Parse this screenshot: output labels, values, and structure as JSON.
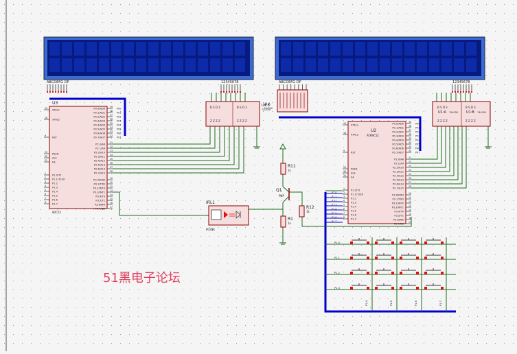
{
  "colors": {
    "background": "#f5f5f5",
    "grid_dot": "#a0a0a0",
    "wire": "#1d6b1d",
    "bus": "#0000cc",
    "chip_fill": "#f7dede",
    "chip_border": "#8b0000",
    "lcd_body": "#3a6bd4",
    "lcd_screen": "#071a80",
    "lcd_cell": "#0d2aa8",
    "text_dark": "#222222",
    "watermark": "#e04060",
    "pin_red": "#e01010"
  },
  "lcd1": {
    "icon": "lcd-display-icon",
    "label_left": "ABCDEFG DP",
    "label_right": "12345678"
  },
  "lcd2": {
    "icon": "lcd-display-icon",
    "label_left": "ABCDEFG DP",
    "label_right": "12345678"
  },
  "u3": {
    "ref": "U3",
    "part": "80C52",
    "left_pins": [
      "XTAL1",
      "XTAL2",
      "RST",
      "PSEN",
      "ALE",
      "EA",
      "P1.0/T2",
      "P1.1/T2EX",
      "P1.2",
      "P1.3",
      "P1.4",
      "P1.5",
      "P1.6",
      "P1.7"
    ],
    "left_nums": [
      "19",
      "18",
      "9",
      "29",
      "30",
      "31",
      "1",
      "2",
      "3",
      "4",
      "5",
      "6",
      "7",
      "8"
    ],
    "right_pins": [
      "P0.0/AD0",
      "P0.1/AD1",
      "P0.2/AD2",
      "P0.3/AD3",
      "P0.4/AD4",
      "P0.5/AD5",
      "P0.6/AD6",
      "P0.7/AD7",
      "P2.0/A8",
      "P2.1/A9",
      "P2.2/A10",
      "P2.3/A11",
      "P2.4/A12",
      "P2.5/A13",
      "P2.6/A14",
      "P2.7/A15",
      "P3.0/RXD",
      "P3.1/TXD",
      "P3.2/INT0",
      "P3.3/INT1",
      "P3.4/T0",
      "P3.5/T1",
      "P3.6/WR",
      "P3.7/RD"
    ],
    "right_nums": [
      "39",
      "38",
      "37",
      "36",
      "35",
      "34",
      "33",
      "32",
      "21",
      "22",
      "23",
      "24",
      "25",
      "26",
      "27",
      "28",
      "10",
      "11",
      "12",
      "13",
      "14",
      "15",
      "16",
      "17"
    ]
  },
  "u2": {
    "ref": "U2",
    "part": "AT89C52",
    "left_pins": [
      "XTAL1",
      "XTAL2",
      "RST",
      "PSEN",
      "ALE",
      "EA",
      "P1.0/T2",
      "P1.1/T2EX",
      "P1.2",
      "P1.3",
      "P1.4",
      "P1.5",
      "P1.6",
      "P1.7"
    ],
    "left_nums": [
      "19",
      "18",
      "9",
      "29",
      "30",
      "31",
      "1",
      "2",
      "3",
      "4",
      "5",
      "6",
      "7",
      "8"
    ],
    "right_pins": [
      "P0.0/AD0",
      "P0.1/AD1",
      "P0.2/AD2",
      "P0.3/AD3",
      "P0.4/AD4",
      "P0.5/AD5",
      "P0.6/AD6",
      "P0.7/AD7",
      "P2.0/A8",
      "P2.1/A9",
      "P2.2/A10",
      "P2.3/A11",
      "P2.4/A12",
      "P2.5/A13",
      "P2.6/A14",
      "P2.7/A15",
      "P3.0/RXD",
      "P3.1/TXD",
      "P3.2/INT0",
      "P3.3/INT1",
      "P3.4/T0",
      "P3.5/T1",
      "P3.6/WR",
      "P3.7/RD"
    ],
    "right_nums": [
      "39",
      "38",
      "37",
      "36",
      "35",
      "34",
      "33",
      "32",
      "21",
      "22",
      "23",
      "24",
      "25",
      "26",
      "27",
      "28",
      "10",
      "11",
      "12",
      "13",
      "14",
      "15",
      "16",
      "17"
    ],
    "p0_net_labels": [
      "P00",
      "P01",
      "P02",
      "P03",
      "P04",
      "P05",
      "P06",
      "P07"
    ],
    "p1_net_labels": [
      "P1.0",
      "P1.1",
      "P1.2",
      "P1.3",
      "P1.4",
      "P1.5",
      "P1.6",
      "P1.7"
    ]
  },
  "u3_p0_net_labels": [
    "P00",
    "P01",
    "P02",
    "P03",
    "P04",
    "P05",
    "P06",
    "P07"
  ],
  "u4": {
    "ref": "U4:B",
    "part": "74LS00"
  },
  "u4a": {
    "ref": "U4:A",
    "part": "74LS00"
  },
  "u1a": {
    "ref": "U1:A",
    "part": "74LS00"
  },
  "u1b": {
    "ref": "U1:B",
    "part": "74LS00"
  },
  "components": {
    "irl1": "IRL1",
    "irl1_part": "IRLINK",
    "q1": "Q1",
    "q1_type": "PNP",
    "r11": "R11",
    "r11_val": "1k",
    "r12": "R12",
    "r12_val": "1k",
    "r1": "R1",
    "r1_val": "1k"
  },
  "keypad": {
    "rows": [
      "P1.0",
      "P1.1",
      "P1.2",
      "P1.3"
    ],
    "cols": [
      "P1.4",
      "P1.5",
      "P1.6",
      "P1.7"
    ]
  },
  "watermark": "51黑电子论坛"
}
